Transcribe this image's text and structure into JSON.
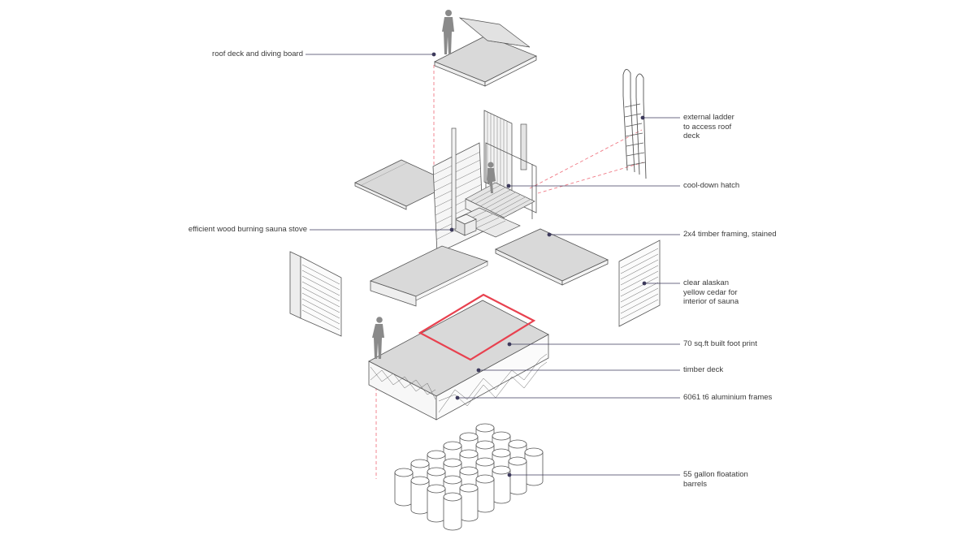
{
  "diagram": {
    "labels": {
      "roof_deck": "roof deck and diving board",
      "wood_stove": "efficient wood burning sauna stove",
      "ladder": "external ladder\nto access roof\ndeck",
      "hatch": "cool-down hatch",
      "framing": "2x4 timber framing, stained",
      "cedar": "clear alaskan\nyellow cedar for\ninterior of sauna",
      "footprint": "70 sq.ft built foot print",
      "timber_deck": "timber deck",
      "frames": "6061 t6 aluminium frames",
      "barrels": "55 gallon floatation\nbarrels"
    },
    "colors": {
      "leader": "#3d3a5c",
      "stroke": "#555555",
      "fill": "#d9d9d9",
      "footprint": "#e8414f",
      "dashed": "#f07a86"
    }
  }
}
